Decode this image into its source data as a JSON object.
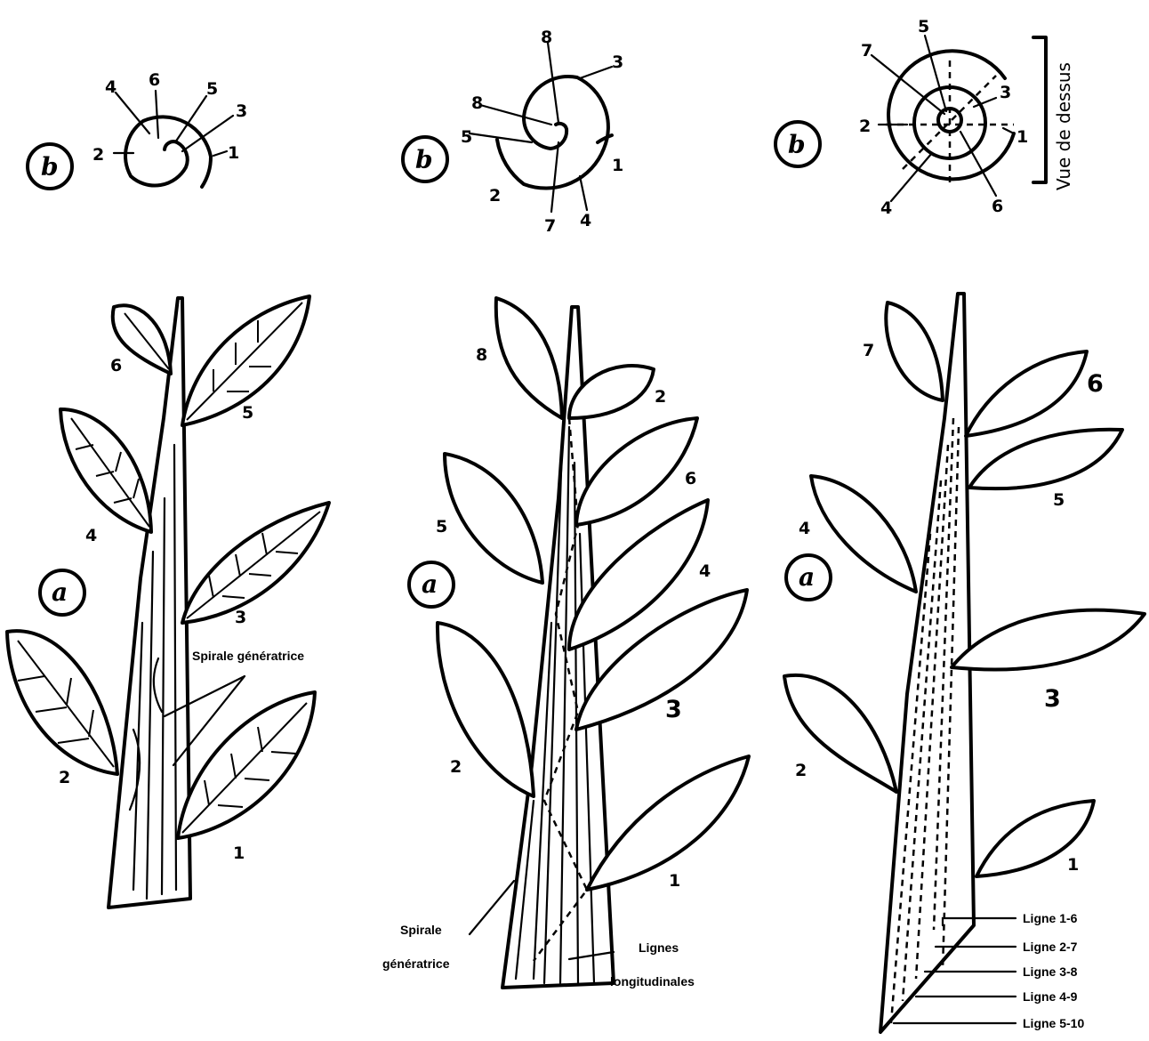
{
  "panels": [
    {
      "badge_top": "b",
      "badge_bottom": "a",
      "spiral_labels": [
        "4",
        "6",
        "5",
        "3",
        "2",
        "1"
      ],
      "leaf_labels": [
        "6",
        "5",
        "4",
        "3",
        "2",
        "1"
      ],
      "annotation": "Spirale génératrice"
    },
    {
      "badge_top": "b",
      "badge_bottom": "a",
      "spiral_labels": [
        "8",
        "3",
        "8",
        "5",
        "2",
        "7",
        "4",
        "1"
      ],
      "leaf_labels": [
        "8",
        "2",
        "6",
        "5",
        "4",
        "3",
        "2",
        "1"
      ],
      "annotation_spiral": [
        "Spirale",
        "génératrice"
      ],
      "annotation_lines": [
        "Lignes",
        "longitudinales"
      ]
    },
    {
      "badge_top": "b",
      "badge_bottom": "a",
      "spiral_labels": [
        "7",
        "5",
        "3",
        "2",
        "1",
        "4",
        "6"
      ],
      "leaf_labels": [
        "7",
        "6",
        "5",
        "4",
        "3",
        "2",
        "1"
      ],
      "side_caption": "Vue de dessus",
      "lines": [
        "Ligne 1-6",
        "Ligne 2-7",
        "Ligne 3-8",
        "Ligne 4-9",
        "Ligne 5-10"
      ]
    }
  ]
}
